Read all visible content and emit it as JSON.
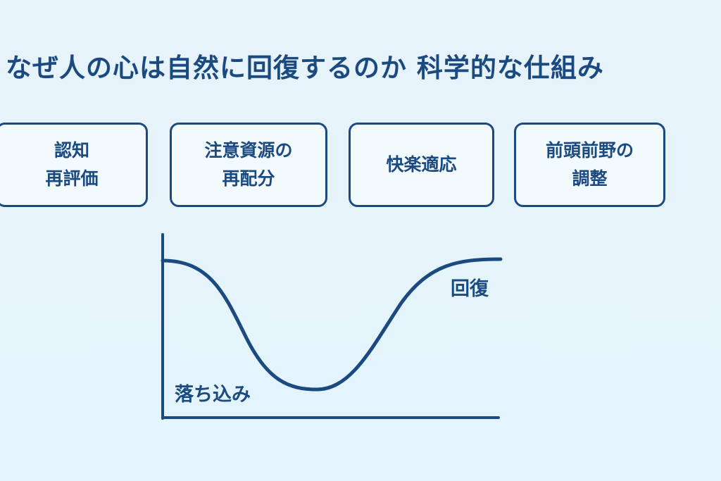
{
  "title": "なぜ人の心は自然に回復するのか 科学的な仕組み",
  "boxes": [
    {
      "label": "認知\n再評価"
    },
    {
      "label": "注意資源の\n再配分"
    },
    {
      "label": "快楽適応"
    },
    {
      "label": "前頭前野の\n調整"
    }
  ],
  "graph": {
    "recovery_label": "回復",
    "low_label": "落ち込み"
  },
  "colors": {
    "primary": "#1b4a80",
    "background": "#e6f3fa"
  }
}
